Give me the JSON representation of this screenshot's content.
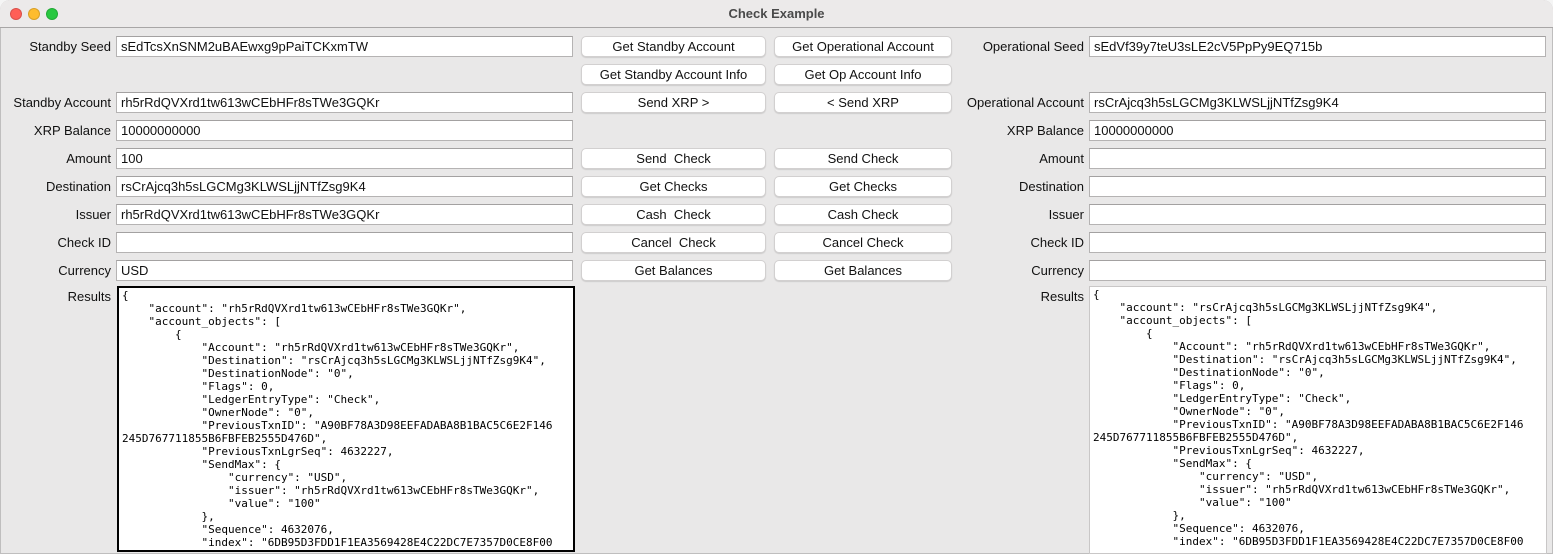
{
  "window": {
    "title": "Check Example"
  },
  "standby": {
    "fields": [
      {
        "label": "Standby Seed",
        "value": "sEdTcsXnSNM2uBAEwxg9pPaiTCKxmTW"
      },
      {
        "label": "Standby Account",
        "value": "rh5rRdQVXrd1tw613wCEbHFr8sTWe3GQKr"
      },
      {
        "label": "XRP Balance",
        "value": "10000000000"
      },
      {
        "label": "Amount",
        "value": "100"
      },
      {
        "label": "Destination",
        "value": "rsCrAjcq3h5sLGCMg3KLWSLjjNTfZsg9K4"
      },
      {
        "label": "Issuer",
        "value": "rh5rRdQVXrd1tw613wCEbHFr8sTWe3GQKr"
      },
      {
        "label": "Check ID",
        "value": ""
      },
      {
        "label": "Currency",
        "value": "USD"
      }
    ],
    "results_label": "Results",
    "results": "{\n    \"account\": \"rh5rRdQVXrd1tw613wCEbHFr8sTWe3GQKr\",\n    \"account_objects\": [\n        {\n            \"Account\": \"rh5rRdQVXrd1tw613wCEbHFr8sTWe3GQKr\",\n            \"Destination\": \"rsCrAjcq3h5sLGCMg3KLWSLjjNTfZsg9K4\",\n            \"DestinationNode\": \"0\",\n            \"Flags\": 0,\n            \"LedgerEntryType\": \"Check\",\n            \"OwnerNode\": \"0\",\n            \"PreviousTxnID\": \"A90BF78A3D98EEFADABA8B1BAC5C6E2F146\n245D767711855B6FBFEB2555D476D\",\n            \"PreviousTxnLgrSeq\": 4632227,\n            \"SendMax\": {\n                \"currency\": \"USD\",\n                \"issuer\": \"rh5rRdQVXrd1tw613wCEbHFr8sTWe3GQKr\",\n                \"value\": \"100\"\n            },\n            \"Sequence\": 4632076,\n            \"index\": \"6DB95D3FDD1F1EA3569428E4C22DC7E7357D0CE8F00"
  },
  "operational": {
    "fields": [
      {
        "label": "Operational Seed",
        "value": "sEdVf39y7teU3sLE2cV5PpPy9EQ715b"
      },
      {
        "label": "Operational Account",
        "value": "rsCrAjcq3h5sLGCMg3KLWSLjjNTfZsg9K4"
      },
      {
        "label": "XRP Balance",
        "value": "10000000000"
      },
      {
        "label": "Amount",
        "value": ""
      },
      {
        "label": "Destination",
        "value": ""
      },
      {
        "label": "Issuer",
        "value": ""
      },
      {
        "label": "Check ID",
        "value": ""
      },
      {
        "label": "Currency",
        "value": ""
      }
    ],
    "results_label": "Results",
    "results": "{\n    \"account\": \"rsCrAjcq3h5sLGCMg3KLWSLjjNTfZsg9K4\",\n    \"account_objects\": [\n        {\n            \"Account\": \"rh5rRdQVXrd1tw613wCEbHFr8sTWe3GQKr\",\n            \"Destination\": \"rsCrAjcq3h5sLGCMg3KLWSLjjNTfZsg9K4\",\n            \"DestinationNode\": \"0\",\n            \"Flags\": 0,\n            \"LedgerEntryType\": \"Check\",\n            \"OwnerNode\": \"0\",\n            \"PreviousTxnID\": \"A90BF78A3D98EEFADABA8B1BAC5C6E2F146\n245D767711855B6FBFEB2555D476D\",\n            \"PreviousTxnLgrSeq\": 4632227,\n            \"SendMax\": {\n                \"currency\": \"USD\",\n                \"issuer\": \"rh5rRdQVXrd1tw613wCEbHFr8sTWe3GQKr\",\n                \"value\": \"100\"\n            },\n            \"Sequence\": 4632076,\n            \"index\": \"6DB95D3FDD1F1EA3569428E4C22DC7E7357D0CE8F00"
  },
  "buttons": {
    "standby": {
      "get_account": "Get Standby Account",
      "get_account_info": "Get Standby Account Info",
      "send_xrp": "Send XRP >",
      "send_check": "Send  Check",
      "get_checks": "Get Checks",
      "cash_check": "Cash  Check",
      "cancel_check": "Cancel  Check",
      "get_balances": "Get Balances"
    },
    "operational": {
      "get_account": "Get Operational Account",
      "get_account_info": "Get Op Account Info",
      "send_xrp": "< Send XRP",
      "send_check": "Send Check",
      "get_checks": "Get Checks",
      "cash_check": "Cash Check",
      "cancel_check": "Cancel Check",
      "get_balances": "Get Balances"
    }
  },
  "colors": {
    "traffic_red": "#ff5f57",
    "traffic_yellow": "#febc2e",
    "traffic_green": "#28c840",
    "focus_border": "#000000"
  }
}
